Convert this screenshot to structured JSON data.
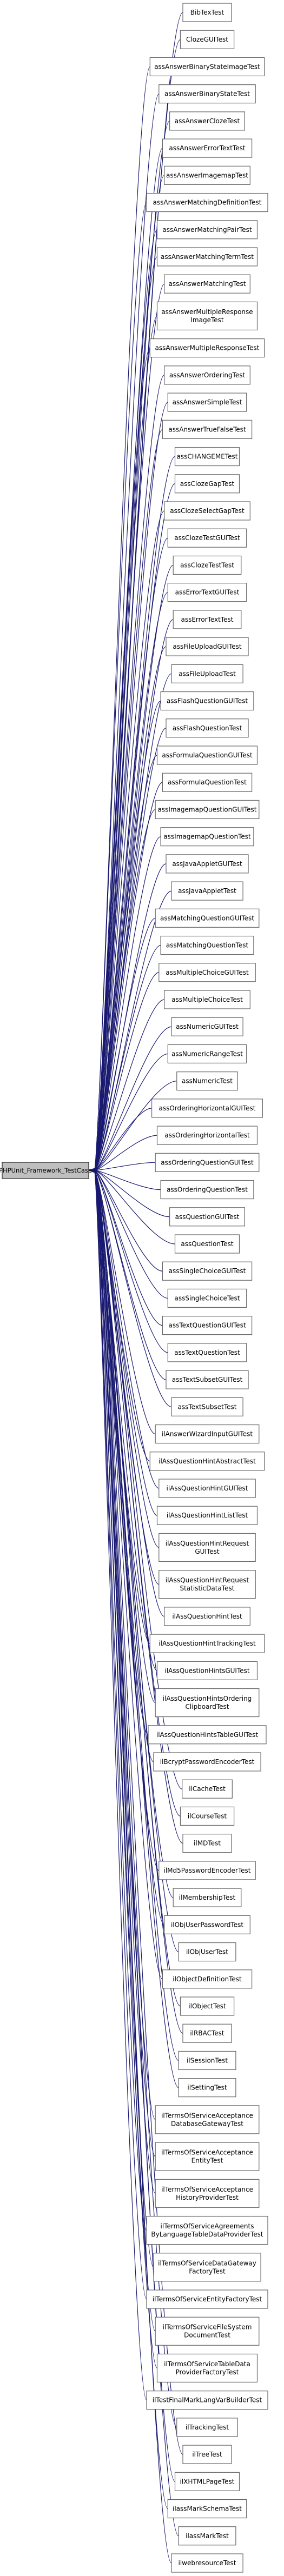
{
  "diagram": {
    "type": "inheritance-graph",
    "base_class": "PHPUnit_Framework_TestCase",
    "edge_color": "#191970",
    "base_fill": "#bfbfbf",
    "derived_classes": [
      [
        "BibTexTest"
      ],
      [
        "ClozeGUITest"
      ],
      [
        "assAnswerBinaryStateImageTest"
      ],
      [
        "assAnswerBinaryStateTest"
      ],
      [
        "assAnswerClozeTest"
      ],
      [
        "assAnswerErrorTextTest"
      ],
      [
        "assAnswerImagemapTest"
      ],
      [
        "assAnswerMatchingDefinitionTest"
      ],
      [
        "assAnswerMatchingPairTest"
      ],
      [
        "assAnswerMatchingTermTest"
      ],
      [
        "assAnswerMatchingTest"
      ],
      [
        "assAnswerMultipleResponse",
        "ImageTest"
      ],
      [
        "assAnswerMultipleResponseTest"
      ],
      [
        "assAnswerOrderingTest"
      ],
      [
        "assAnswerSimpleTest"
      ],
      [
        "assAnswerTrueFalseTest"
      ],
      [
        "assCHANGEMETest"
      ],
      [
        "assClozeGapTest"
      ],
      [
        "assClozeSelectGapTest"
      ],
      [
        "assClozeTestGUITest"
      ],
      [
        "assClozeTestTest"
      ],
      [
        "assErrorTextGUITest"
      ],
      [
        "assErrorTextTest"
      ],
      [
        "assFileUploadGUITest"
      ],
      [
        "assFileUploadTest"
      ],
      [
        "assFlashQuestionGUITest"
      ],
      [
        "assFlashQuestionTest"
      ],
      [
        "assFormulaQuestionGUITest"
      ],
      [
        "assFormulaQuestionTest"
      ],
      [
        "assImagemapQuestionGUITest"
      ],
      [
        "assImagemapQuestionTest"
      ],
      [
        "assJavaAppletGUITest"
      ],
      [
        "assJavaAppletTest"
      ],
      [
        "assMatchingQuestionGUITest"
      ],
      [
        "assMatchingQuestionTest"
      ],
      [
        "assMultipleChoiceGUITest"
      ],
      [
        "assMultipleChoiceTest"
      ],
      [
        "assNumericGUITest"
      ],
      [
        "assNumericRangeTest"
      ],
      [
        "assNumericTest"
      ],
      [
        "assOrderingHorizontalGUITest"
      ],
      [
        "assOrderingHorizontalTest"
      ],
      [
        "assOrderingQuestionGUITest"
      ],
      [
        "assOrderingQuestionTest"
      ],
      [
        "assQuestionGUITest"
      ],
      [
        "assQuestionTest"
      ],
      [
        "assSingleChoiceGUITest"
      ],
      [
        "assSingleChoiceTest"
      ],
      [
        "assTextQuestionGUITest"
      ],
      [
        "assTextQuestionTest"
      ],
      [
        "assTextSubsetGUITest"
      ],
      [
        "assTextSubsetTest"
      ],
      [
        "ilAnswerWizardInputGUITest"
      ],
      [
        "ilAssQuestionHintAbstractTest"
      ],
      [
        "ilAssQuestionHintGUITest"
      ],
      [
        "ilAssQuestionHintListTest"
      ],
      [
        "ilAssQuestionHintRequest",
        "GUITest"
      ],
      [
        "ilAssQuestionHintRequest",
        "StatisticDataTest"
      ],
      [
        "ilAssQuestionHintTest"
      ],
      [
        "ilAssQuestionHintTrackingTest"
      ],
      [
        "ilAssQuestionHintsGUITest"
      ],
      [
        "ilAssQuestionHintsOrdering",
        "ClipboardTest"
      ],
      [
        "ilAssQuestionHintsTableGUITest"
      ],
      [
        "ilBcryptPasswordEncoderTest"
      ],
      [
        "ilCacheTest"
      ],
      [
        "ilCourseTest"
      ],
      [
        "ilMDTest"
      ],
      [
        "ilMd5PasswordEncoderTest"
      ],
      [
        "ilMembershipTest"
      ],
      [
        "ilObjUserPasswordTest"
      ],
      [
        "ilObjUserTest"
      ],
      [
        "ilObjectDefinitionTest"
      ],
      [
        "ilObjectTest"
      ],
      [
        "ilRBACTest"
      ],
      [
        "ilSessionTest"
      ],
      [
        "ilSettingTest"
      ],
      [
        "ilTermsOfServiceAcceptance",
        "DatabaseGatewayTest"
      ],
      [
        "ilTermsOfServiceAcceptance",
        "EntityTest"
      ],
      [
        "ilTermsOfServiceAcceptance",
        "HistoryProviderTest"
      ],
      [
        "ilTermsOfServiceAgreements",
        "ByLanguageTableDataProviderTest"
      ],
      [
        "ilTermsOfServiceDataGateway",
        "FactoryTest"
      ],
      [
        "ilTermsOfServiceEntityFactoryTest"
      ],
      [
        "ilTermsOfServiceFileSystem",
        "DocumentTest"
      ],
      [
        "ilTermsOfServiceTableData",
        "ProviderFactoryTest"
      ],
      [
        "ilTestFinalMarkLangVarBuilderTest"
      ],
      [
        "ilTrackingTest"
      ],
      [
        "ilTreeTest"
      ],
      [
        "ilXHTMLPageTest"
      ],
      [
        "ilassMarkSchemaTest"
      ],
      [
        "ilassMarkTest"
      ],
      [
        "ilwebresourceTest"
      ]
    ]
  }
}
